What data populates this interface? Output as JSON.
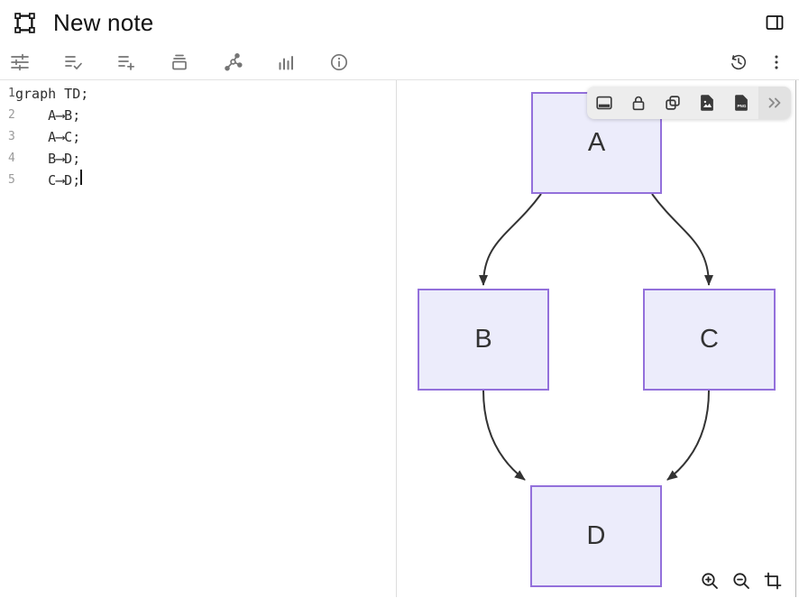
{
  "header": {
    "title": "New note",
    "logo_icon": "bounding-box-icon",
    "panel_toggle_icon": "toggle-right-panel-icon"
  },
  "toolbar": {
    "left_icons": [
      "adjustments",
      "list-check",
      "list-add",
      "archive-box",
      "graph-nodes",
      "bar-chart",
      "info"
    ],
    "right_icons": [
      "history",
      "kebab-menu"
    ]
  },
  "editor": {
    "lines": [
      {
        "number": "1",
        "code": "graph TD;"
      },
      {
        "number": "2",
        "code": "    A⟶B;"
      },
      {
        "number": "3",
        "code": "    A⟶C;"
      },
      {
        "number": "4",
        "code": "    B⟶D;"
      },
      {
        "number": "5",
        "code": "    C⟶D;"
      }
    ],
    "cursor_line": 5
  },
  "diagram": {
    "nodes": [
      {
        "id": "A",
        "label": "A"
      },
      {
        "id": "B",
        "label": "B"
      },
      {
        "id": "C",
        "label": "C"
      },
      {
        "id": "D",
        "label": "D"
      }
    ],
    "edges": [
      {
        "from": "A",
        "to": "B"
      },
      {
        "from": "A",
        "to": "C"
      },
      {
        "from": "B",
        "to": "D"
      },
      {
        "from": "C",
        "to": "D"
      }
    ],
    "colors": {
      "node_fill": "#ECECFB",
      "node_border": "#9370DB",
      "edge": "#333333"
    },
    "selection_toolbar_icons": [
      "bottom-panel",
      "lock",
      "duplicate",
      "export-image",
      "export-png",
      "more-chevrons"
    ],
    "zoom_controls": [
      "zoom-in",
      "zoom-out",
      "fit-crop"
    ]
  }
}
